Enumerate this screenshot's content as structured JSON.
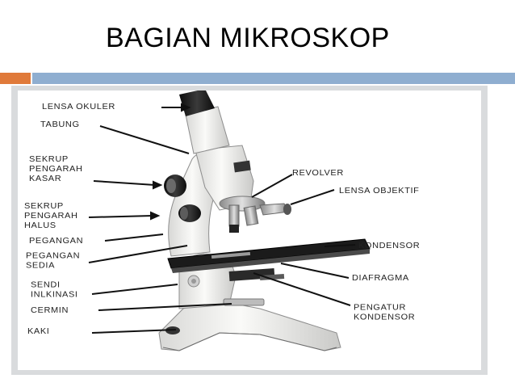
{
  "title": "BAGIAN MIKROSKOP",
  "colors": {
    "accent_bar": "#E07A3A",
    "title_bar": "#8FAED0",
    "frame": "#d9dbdd",
    "microscope_body": "#f2f2f0",
    "microscope_dark": "#1a1a1a",
    "label_text": "#222222"
  },
  "labels": {
    "lensa_okuler": "LENSA OKULER",
    "tabung": "TABUNG",
    "sekrup_kasar": "SEKRUP\nPENGARAH\nKASAR",
    "sekrup_halus": "SEKRUP\nPENGARAH\nHALUS",
    "pegangan": "PEGANGAN",
    "pegangan_sedia": "PEGANGAN\nSEDIA",
    "sendi_inklinasi": "SENDI\nINLKINASI",
    "cermin": "CERMIN",
    "kaki": "KAKI",
    "revolver": "REVOLVER",
    "lensa_objektif": "LENSA OBJEKTIF",
    "kondensor": "KONDENSOR",
    "diafragma": "DIAFRAGMA",
    "pengatur_kondensor": "PENGATUR\nKONDENSOR"
  }
}
